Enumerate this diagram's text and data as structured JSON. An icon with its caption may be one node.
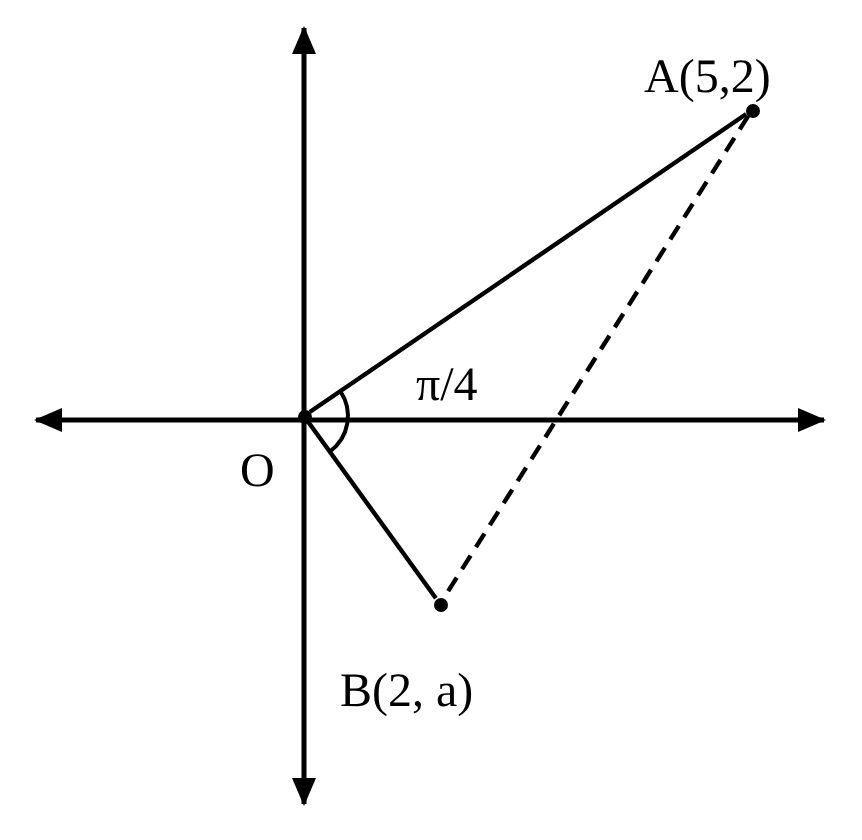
{
  "diagram": {
    "nodes": [
      {
        "text": [],
        "shape": "point",
        "beside": [
          "O"
        ]
      },
      {
        "text": [],
        "shape": "point",
        "beside": [
          "A(5,2)"
        ]
      },
      {
        "text": [],
        "shape": "point",
        "beside": [
          "B(2, a)"
        ]
      }
    ],
    "edges": [
      {
        "from": 0,
        "to": 1,
        "arrow": "none"
      },
      {
        "from": 0,
        "to": 2,
        "arrow": "none"
      },
      {
        "from": 1,
        "to": 2,
        "arrow": "none",
        "style": "dashed"
      }
    ],
    "labels": [
      "π/4"
    ]
  }
}
